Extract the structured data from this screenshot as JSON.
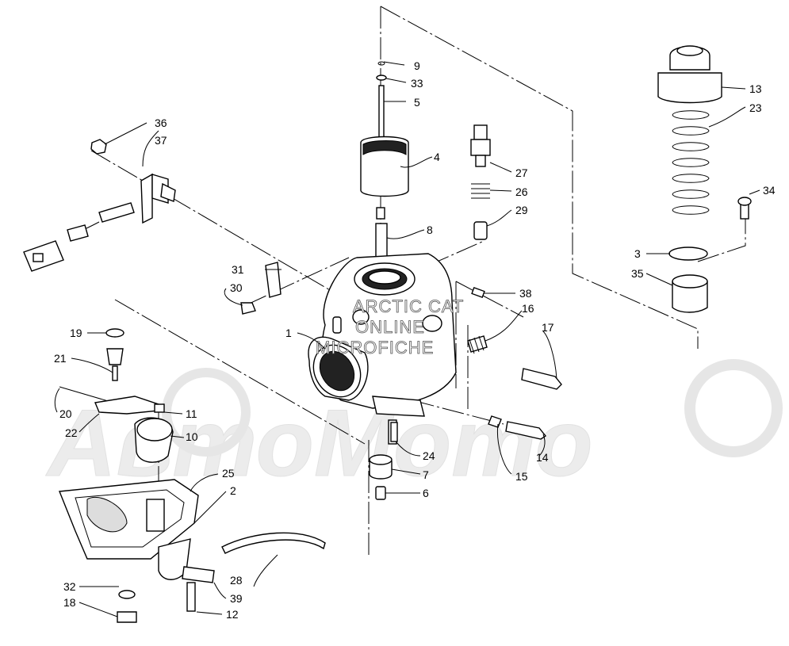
{
  "watermark": {
    "line1": "ARCTIC CAT",
    "line2": "ONLINE",
    "line3": "MICROFICHE",
    "brand": "АвтоМото"
  },
  "callouts": [
    "1",
    "2",
    "3",
    "4",
    "5",
    "6",
    "7",
    "8",
    "9",
    "10",
    "11",
    "12",
    "13",
    "14",
    "15",
    "16",
    "17",
    "18",
    "19",
    "20",
    "21",
    "22",
    "23",
    "24",
    "25",
    "26",
    "27",
    "28",
    "29",
    "30",
    "31",
    "32",
    "33",
    "34",
    "35",
    "36",
    "37",
    "38",
    "39"
  ]
}
